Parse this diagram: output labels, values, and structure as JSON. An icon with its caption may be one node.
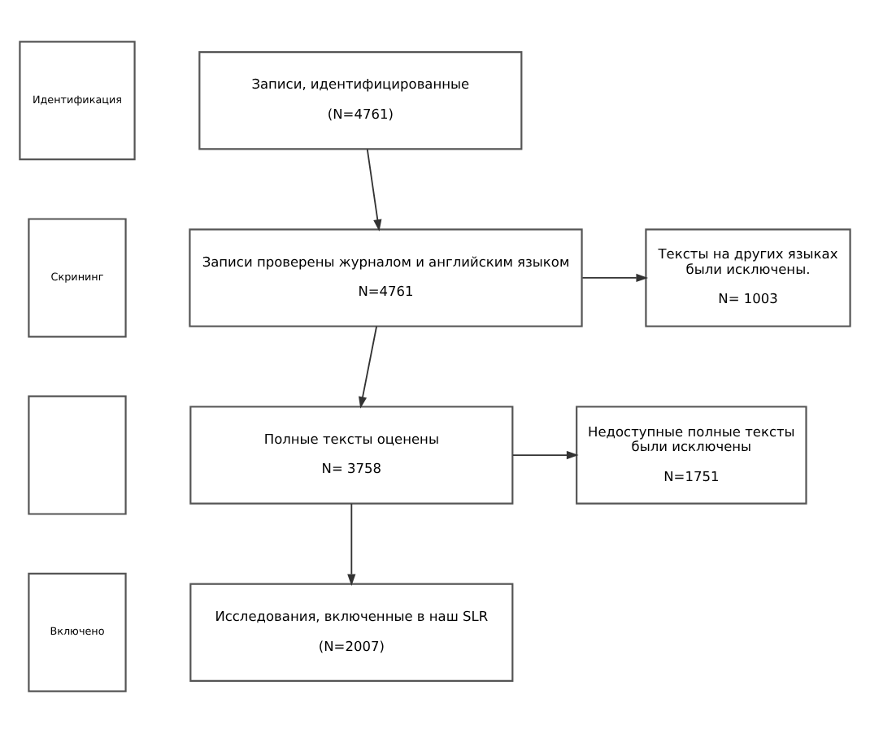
{
  "diagram": {
    "nodes": [
      {
        "text": [
          "Идентификация"
        ]
      },
      {
        "text": [
          "Записи, идентифицированные",
          "(N=4761)"
        ]
      },
      {
        "text": [
          "Скрининг"
        ]
      },
      {
        "text": [
          "Записи проверены журналом и английским языком",
          "N=4761"
        ]
      },
      {
        "text": [
          "Тексты на других языках были исключены.",
          "N= 1003"
        ]
      },
      {
        "text": [],
        "shape": "box"
      },
      {
        "text": [
          "Полные тексты оценены",
          "N= 3758"
        ]
      },
      {
        "text": [
          "Недоступные полные тексты были исключены",
          "N=1751"
        ]
      },
      {
        "text": [
          "Включено"
        ]
      },
      {
        "text": [
          "Исследования, включенные в наш SLR",
          "(N=2007)"
        ]
      }
    ],
    "edges": [
      {
        "from": 1,
        "to": 3,
        "arrow": "to"
      },
      {
        "from": 3,
        "to": 4,
        "arrow": "to"
      },
      {
        "from": 3,
        "to": 6,
        "arrow": "to"
      },
      {
        "from": 6,
        "to": 7,
        "arrow": "to"
      },
      {
        "from": 6,
        "to": 9,
        "arrow": "to"
      }
    ]
  }
}
